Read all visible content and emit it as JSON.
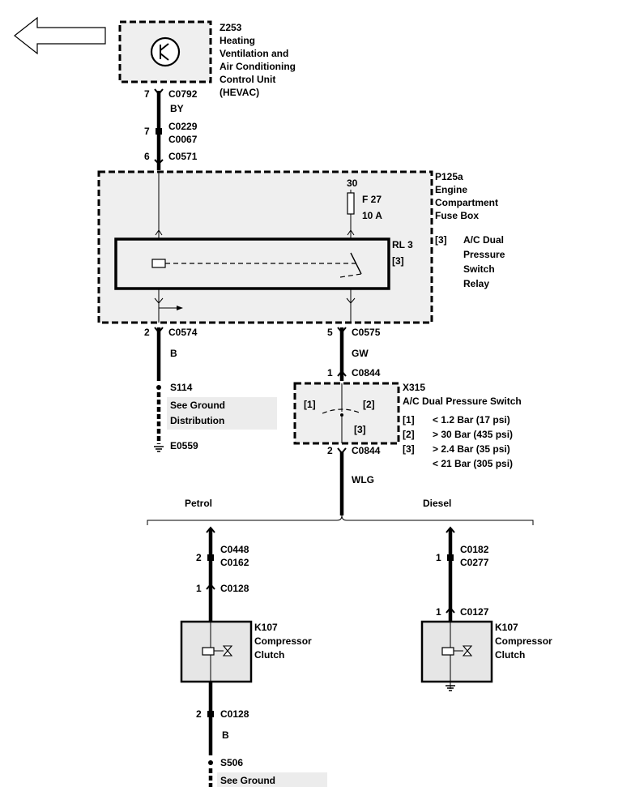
{
  "hevac": {
    "id": "Z253",
    "lines": [
      "Heating",
      "Ventilation and",
      "Air Conditioning",
      "Control Unit",
      "(HEVAC)"
    ]
  },
  "top_wire": {
    "pin1": "7",
    "conn1": "C0792",
    "color": "BY",
    "pin2": "7",
    "conn2a": "C0229",
    "conn2b": "C0067",
    "pin3": "6",
    "conn3": "C0571"
  },
  "fusebox": {
    "id": "P125a",
    "lines": [
      "Engine",
      "Compartment",
      "Fuse Box"
    ],
    "fuse_feed": "30",
    "fuse_name": "F 27",
    "fuse_rating": "10 A"
  },
  "relay": {
    "id": "RL 3",
    "tag": "[3]",
    "desc_tag": "[3]",
    "lines": [
      "A/C Dual",
      "Pressure",
      "Switch",
      "Relay"
    ]
  },
  "left_branch": {
    "pin": "2",
    "conn": "C0574",
    "color": "B",
    "splice": "S114",
    "ref_lines": [
      "See Ground",
      "Distribution"
    ],
    "ground": "E0559"
  },
  "right_branch": {
    "pin": "5",
    "conn": "C0575",
    "color": "GW",
    "sw_pin_in": "1",
    "sw_conn_in": "C0844",
    "sw_pin_out": "2",
    "sw_conn_out": "C0844",
    "out_color": "WLG"
  },
  "pressure_switch": {
    "id": "X315",
    "name": "A/C Dual Pressure Switch",
    "contact1": "[1]",
    "contact2": "[2]",
    "contact3": "[3]",
    "specs": [
      {
        "tag": "[1]",
        "text": "< 1.2 Bar (17 psi)"
      },
      {
        "tag": "[2]",
        "text": "> 30 Bar (435 psi)"
      },
      {
        "tag": "[3]",
        "text": "> 2.4 Bar (35 psi)"
      },
      {
        "tag": "",
        "text": "< 21 Bar (305 psi)"
      }
    ]
  },
  "petrol": {
    "label": "Petrol",
    "pin1": "2",
    "conn1a": "C0448",
    "conn1b": "C0162",
    "pin2": "1",
    "conn2": "C0128",
    "clutch_id": "K107",
    "clutch_lines": [
      "Compressor",
      "Clutch"
    ],
    "pin3": "2",
    "conn3": "C0128",
    "color": "B",
    "splice": "S506",
    "ref_text": "See Ground"
  },
  "diesel": {
    "label": "Diesel",
    "pin1": "1",
    "conn1a": "C0182",
    "conn1b": "C0277",
    "pin2": "1",
    "conn2": "C0127",
    "clutch_id": "K107",
    "clutch_lines": [
      "Compressor",
      "Clutch"
    ]
  }
}
